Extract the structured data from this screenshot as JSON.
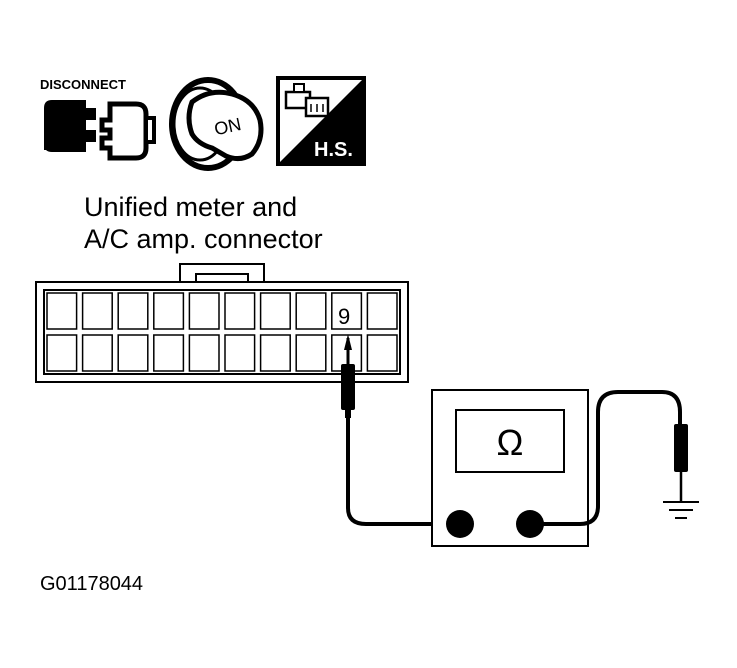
{
  "icons": {
    "disconnect_label": "DISCONNECT",
    "ignition_label": "ON",
    "harness_label": "H.S."
  },
  "connector": {
    "title_line1": "Unified meter and",
    "title_line2": "A/C amp. connector",
    "terminal_label": "9"
  },
  "meter": {
    "symbol": "Ω"
  },
  "figure_code": "G01178044",
  "colors": {
    "ink": "#000000",
    "paper": "#ffffff"
  }
}
